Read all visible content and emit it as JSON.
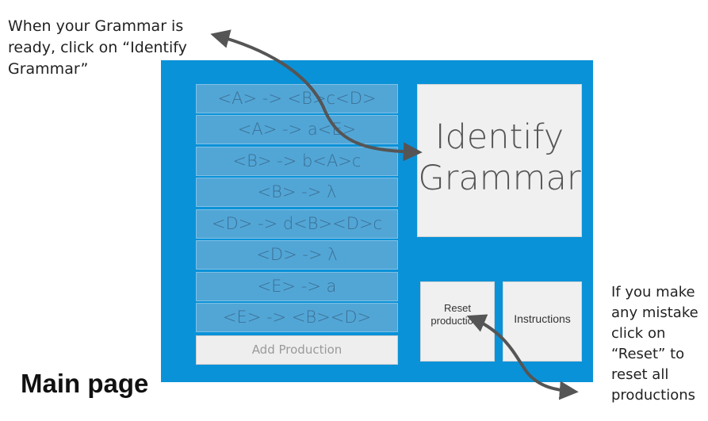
{
  "callouts": {
    "identify_hint": "When your Grammar is\nready, click on “Identify\nGrammar”",
    "reset_hint": "If you make\nany mistake\nclick on\n“Reset” to\nreset all\nproductions"
  },
  "page_label": "Main page",
  "productions": [
    "<A> -> <B>c<D>",
    "<A> -> a<E>",
    "<B> -> b<A>c",
    "<B> -> λ",
    "<D> -> d<B><D>c",
    "<D> -> λ",
    "<E> -> a",
    "<E> -> <B><D>"
  ],
  "buttons": {
    "add_production": "Add Production",
    "identify": "Identify\nGrammar",
    "reset": "Reset\nproductions",
    "instructions": "Instructions"
  },
  "colors": {
    "panel": "#0a92d8",
    "production_row": "#52a6d6",
    "arrow": "#555555"
  },
  "icons": {
    "arrow_identify": "double-headed-curved-arrow",
    "arrow_reset": "double-headed-curved-arrow"
  }
}
